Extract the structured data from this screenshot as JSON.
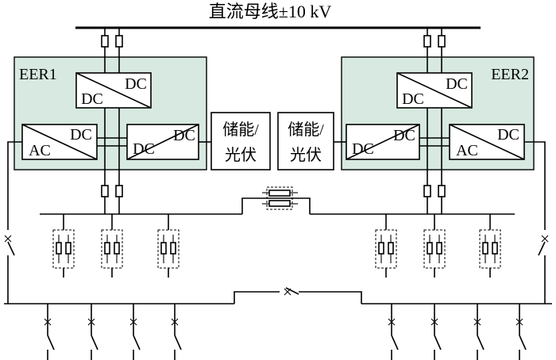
{
  "title": "直流母线±10 kV",
  "eer1": {
    "label": "EER1",
    "top_converter": {
      "a": "DC",
      "b": "DC"
    },
    "left_converter": {
      "a": "AC",
      "b": "DC"
    },
    "right_converter": {
      "a": "DC",
      "b": "DC"
    }
  },
  "eer2": {
    "label": "EER2",
    "top_converter": {
      "a": "DC",
      "b": "DC"
    },
    "left_converter": {
      "a": "DC",
      "b": "DC"
    },
    "right_converter": {
      "a": "AC",
      "b": "DC"
    }
  },
  "storage_left": {
    "line1": "储能/",
    "line2": "光伏"
  },
  "storage_right": {
    "line1": "储能/",
    "line2": "光伏"
  },
  "colors": {
    "eer_fill": "#d7e9e0",
    "line": "#000000"
  }
}
